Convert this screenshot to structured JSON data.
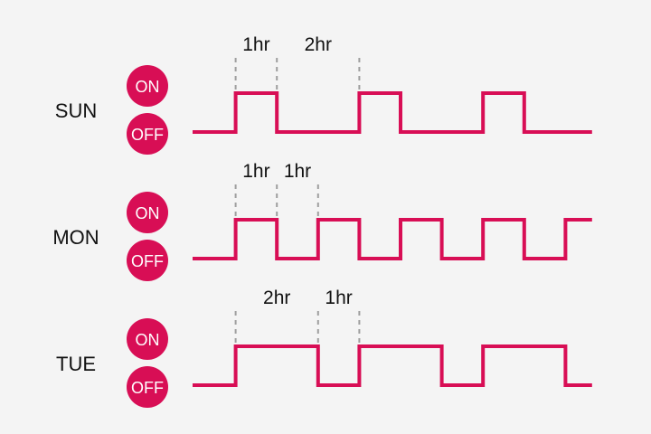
{
  "colors": {
    "background": "#f4f4f4",
    "accent": "#d80e55",
    "marker": "#9e9e9e",
    "text": "#111111",
    "badge_text": "#ffffff"
  },
  "rows": [
    {
      "day": "SUN",
      "on_label": "ON",
      "off_label": "OFF",
      "signal": [
        {
          "state": "off",
          "duration": 1
        },
        {
          "state": "on",
          "duration": 1
        },
        {
          "state": "off",
          "duration": 2
        },
        {
          "state": "on",
          "duration": 1
        },
        {
          "state": "off",
          "duration": 2
        },
        {
          "state": "on",
          "duration": 1
        },
        {
          "state": "off",
          "duration": 1.6
        }
      ],
      "annotations": [
        {
          "label": "1hr",
          "from": 1,
          "to": 2
        },
        {
          "label": "2hr",
          "from": 2,
          "to": 4
        }
      ]
    },
    {
      "day": "MON",
      "on_label": "ON",
      "off_label": "OFF",
      "signal": [
        {
          "state": "off",
          "duration": 1
        },
        {
          "state": "on",
          "duration": 1
        },
        {
          "state": "off",
          "duration": 1
        },
        {
          "state": "on",
          "duration": 1
        },
        {
          "state": "off",
          "duration": 1
        },
        {
          "state": "on",
          "duration": 1
        },
        {
          "state": "off",
          "duration": 1
        },
        {
          "state": "on",
          "duration": 1
        },
        {
          "state": "off",
          "duration": 1
        },
        {
          "state": "on",
          "duration": 0.6
        }
      ],
      "annotations": [
        {
          "label": "1hr",
          "from": 1,
          "to": 2
        },
        {
          "label": "1hr",
          "from": 2,
          "to": 3
        }
      ]
    },
    {
      "day": "TUE",
      "on_label": "ON",
      "off_label": "OFF",
      "signal": [
        {
          "state": "off",
          "duration": 1
        },
        {
          "state": "on",
          "duration": 2
        },
        {
          "state": "off",
          "duration": 1
        },
        {
          "state": "on",
          "duration": 2
        },
        {
          "state": "off",
          "duration": 1
        },
        {
          "state": "on",
          "duration": 2
        },
        {
          "state": "off",
          "duration": 0.6
        }
      ],
      "annotations": [
        {
          "label": "2hr",
          "from": 1,
          "to": 3
        },
        {
          "label": "1hr",
          "from": 3,
          "to": 4
        }
      ]
    }
  ]
}
